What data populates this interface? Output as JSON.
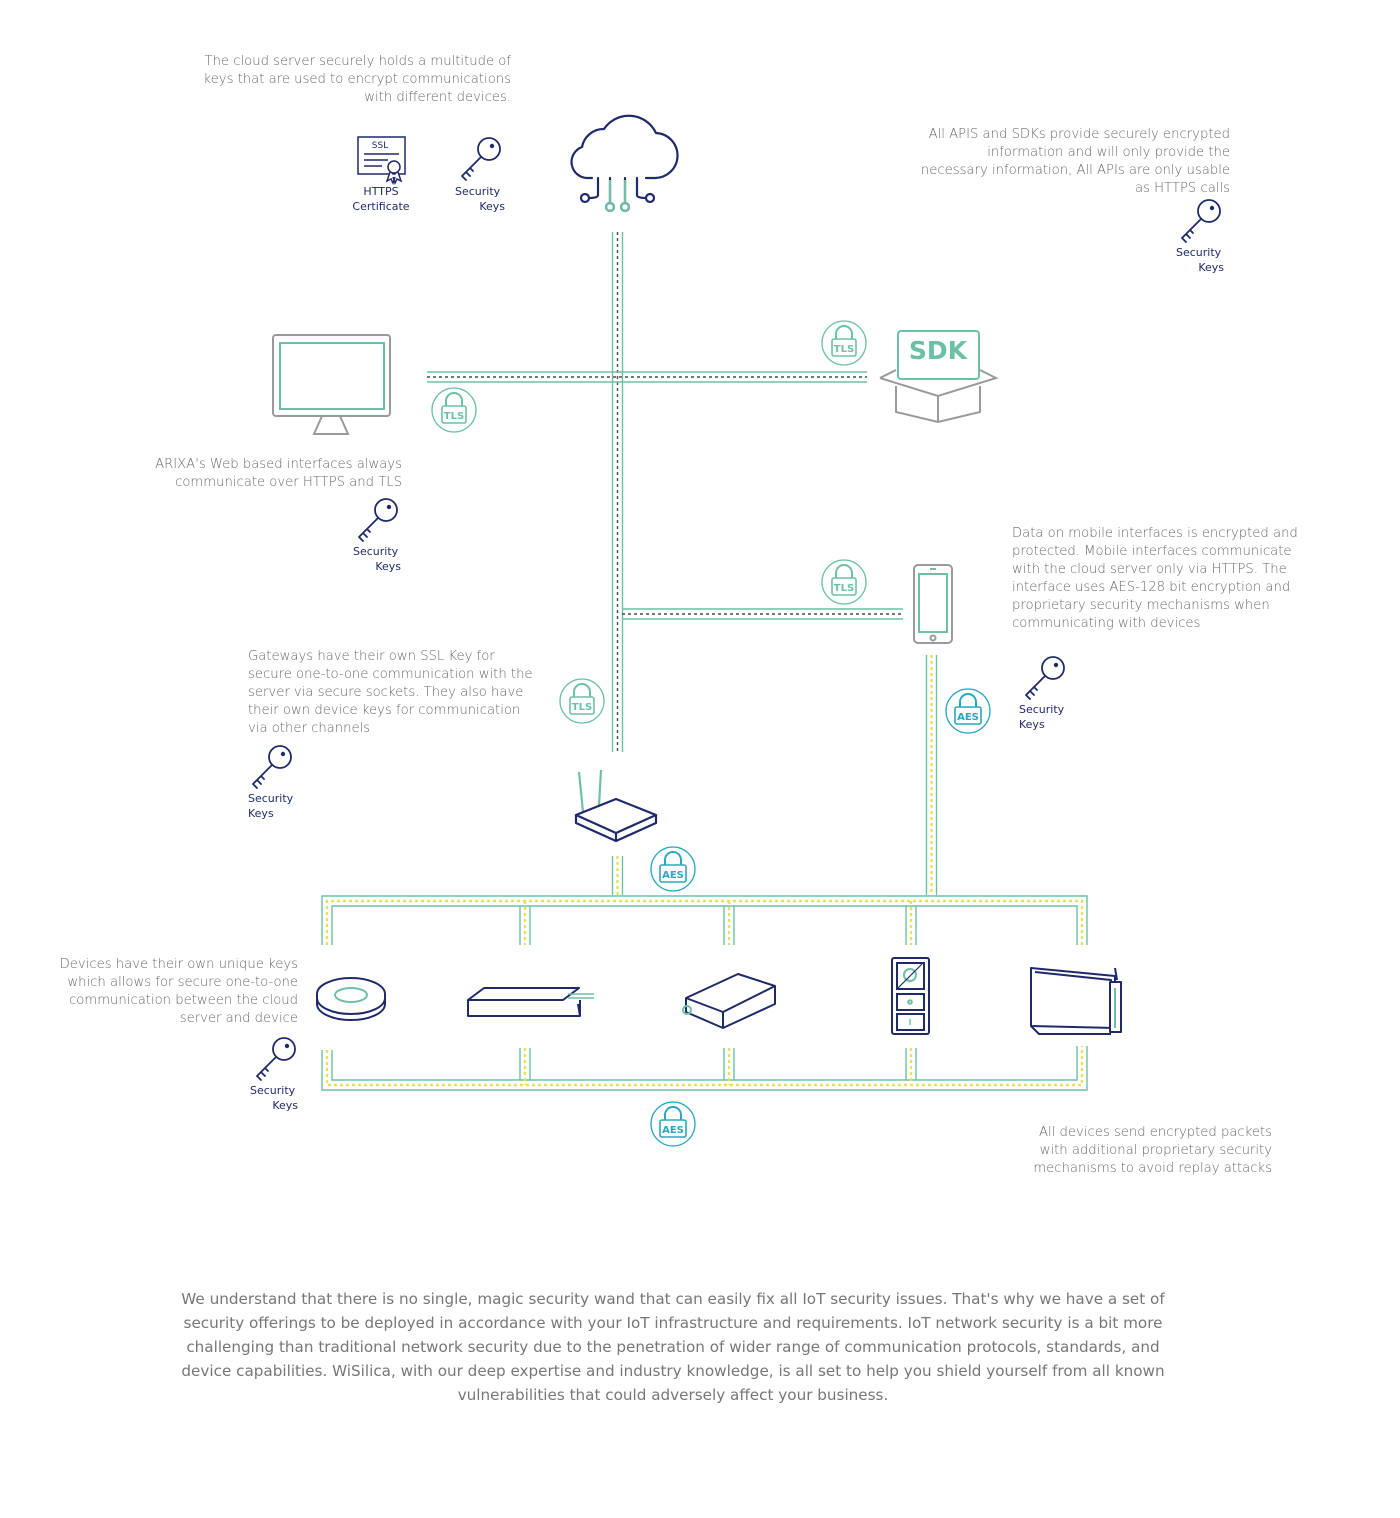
{
  "annotations": {
    "cloud": "The cloud server securely holds a multitude of keys that are used to encrypt communications with different devices.",
    "apis": "All APIS and SDKs provide securely encrypted information and will only provide the necessary information,  All APIs are only usable as HTTPS calls",
    "web": "ARIXA's Web based interfaces always communicate over HTTPS and TLS",
    "mobile": "Data on mobile interfaces is encrypted and protected. Mobile interfaces communicate with the cloud server only via HTTPS. The interface uses AES-128 bit encryption and proprietary security mechanisms when communicating with devices",
    "gateway": "Gateways have their own SSL Key for secure one-to-one communication with the server via secure sockets. They also have their own device keys for communication via other channels",
    "devices": "Devices have their own unique keys which allows for secure one-to-one communication between the cloud server and device",
    "packets": "All devices send encrypted packets with additional proprietary security mechanisms to avoid replay attacks"
  },
  "labels": {
    "https_cert_line1": "HTTPS",
    "https_cert_line2": "Certificate",
    "ssl": "SSL",
    "security_keys_line1": "Security",
    "security_keys_line2": "Keys",
    "sdk": "SDK",
    "tls": "TLS",
    "aes": "AES"
  },
  "footer": "We understand that there is no single, magic security wand that can easily fix all IoT security issues. That's why we have a set of security offerings to be deployed in accordance with your IoT infrastructure and requirements. IoT network security is a bit more challenging than traditional network security due to the penetration of wider range of communication protocols, standards, and device capabilities. WiSilica, with our deep expertise and industry knowledge, is all set to help you shield yourself from all known vulnerabilities that could adversely affect your business.",
  "colors": {
    "navy": "#1f2a6b",
    "teal": "#6cc0a6",
    "cyan": "#2aa7c0",
    "yellow": "#e8e05a",
    "gray": "#9a9a9a",
    "dash": "#4a4a4a"
  },
  "icons": [
    "cloud-icon",
    "ssl-certificate-icon",
    "key-icon",
    "monitor-icon",
    "sdk-box-icon",
    "smartphone-icon",
    "router-icon",
    "lock-icon",
    "smoke-sensor-icon",
    "led-driver-icon",
    "plug-module-icon",
    "wall-switch-icon",
    "panel-fixture-icon"
  ]
}
